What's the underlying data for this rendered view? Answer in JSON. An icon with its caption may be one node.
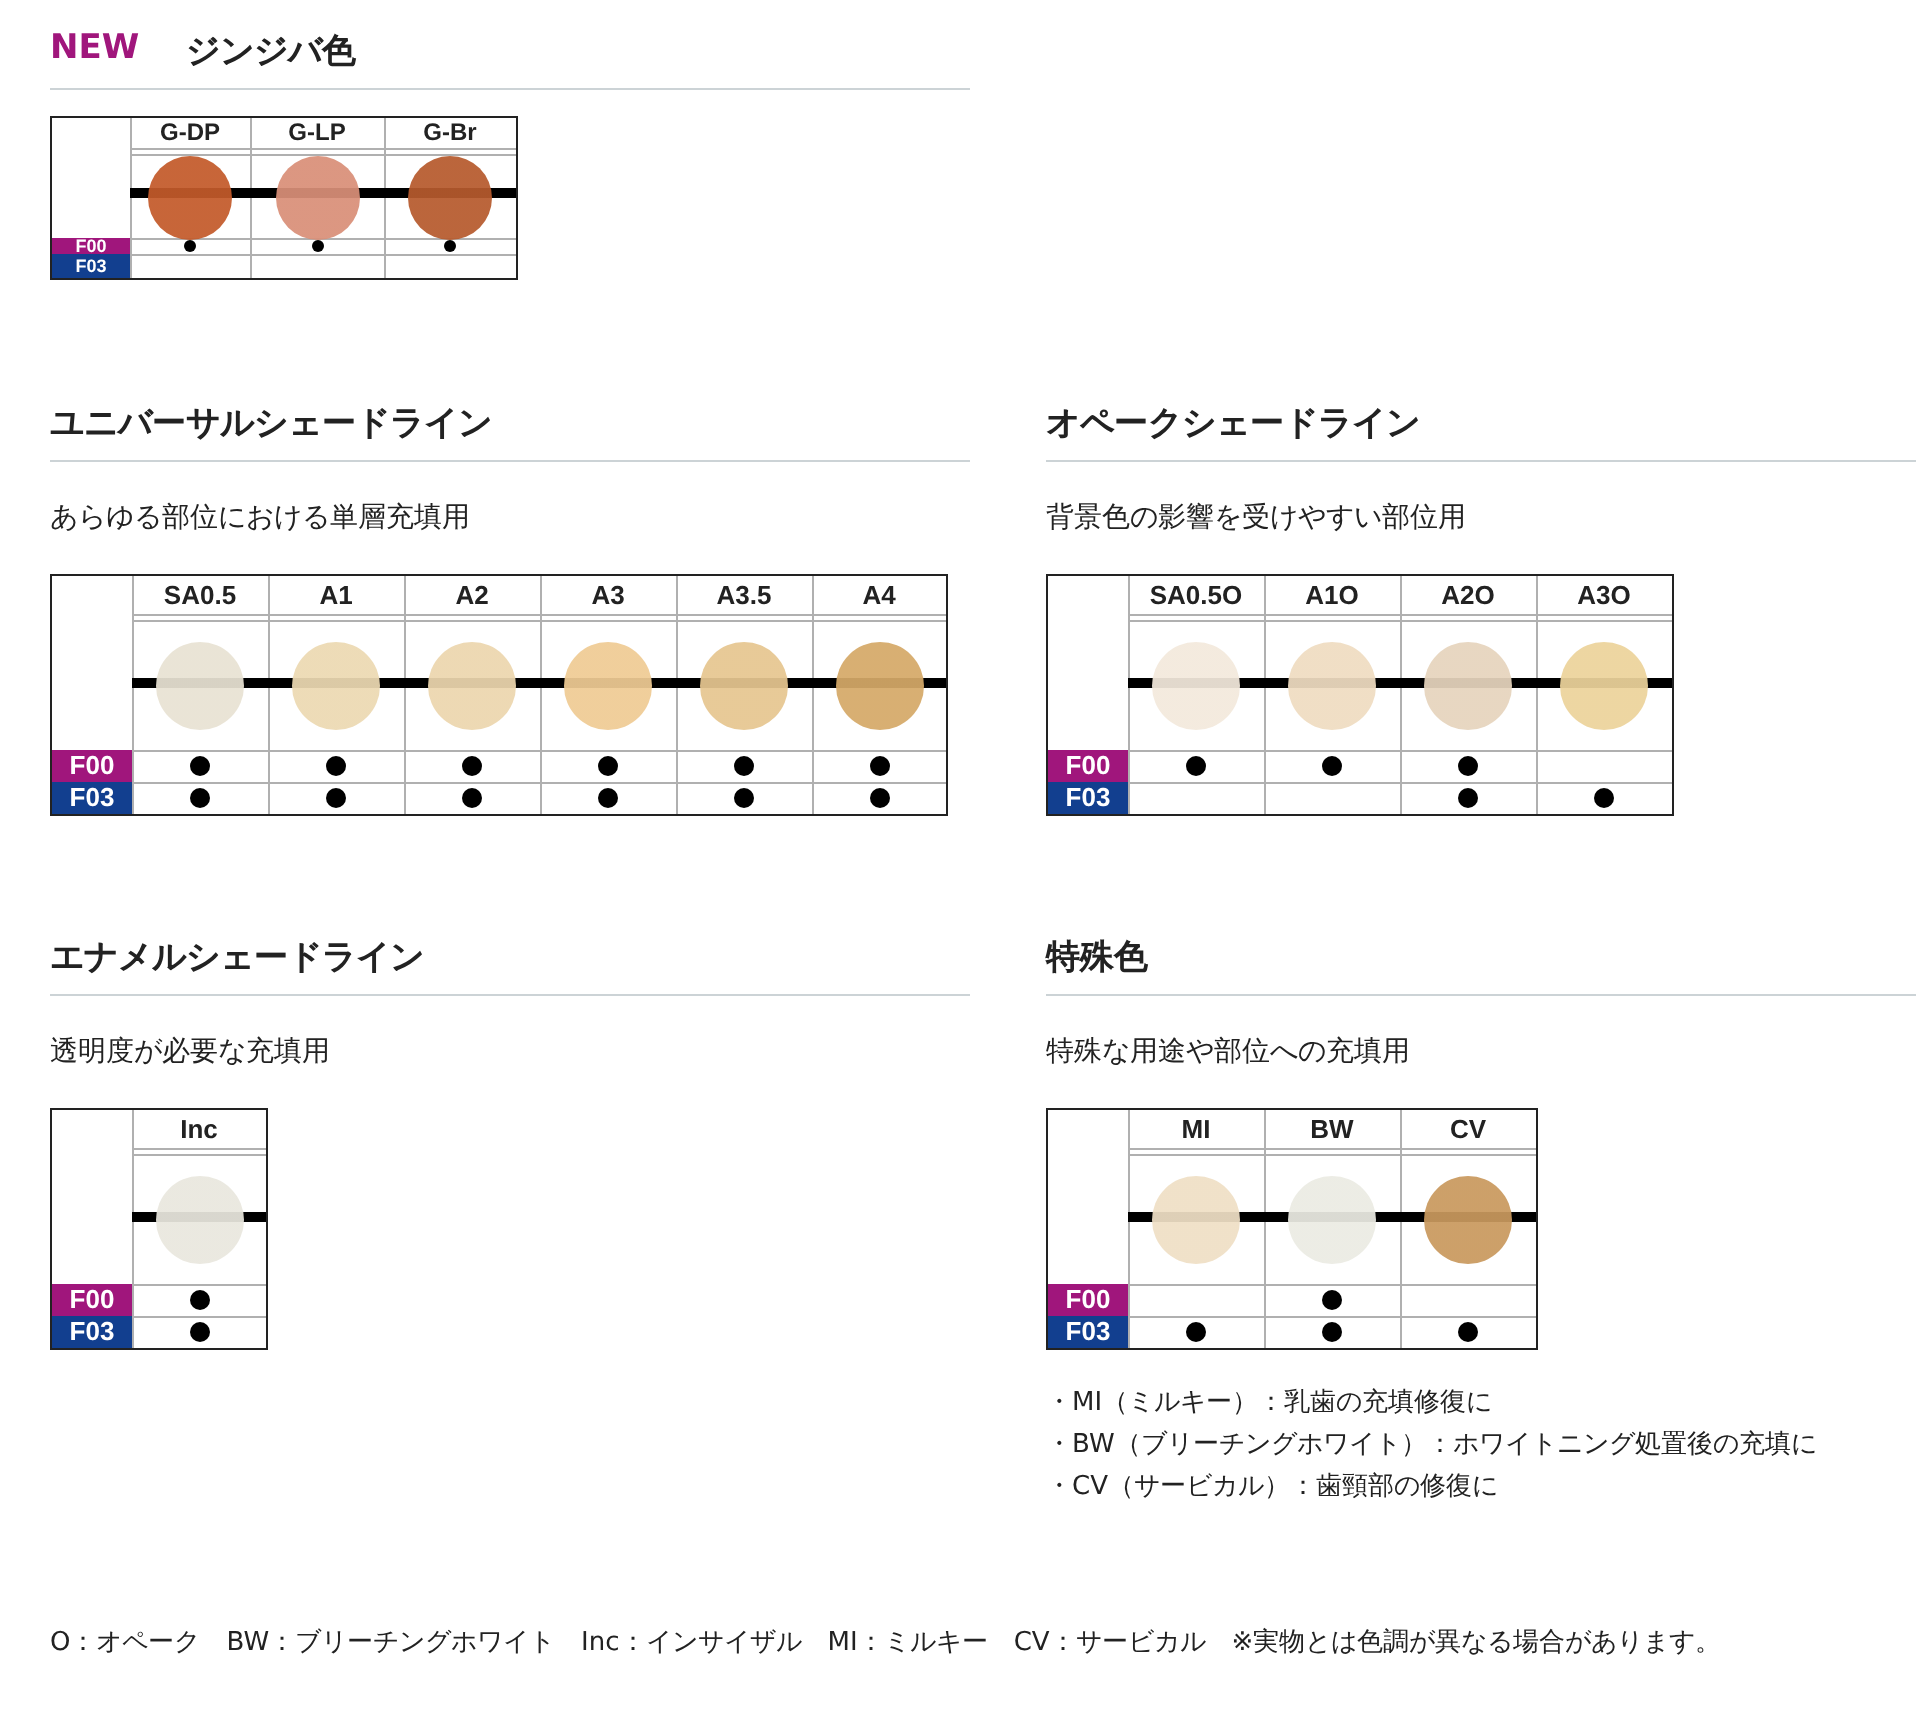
{
  "diagram": {
    "labels": [
      "NEW",
      "ジンジバ色",
      "G-DP",
      "G-LP",
      "G-Br",
      "F00",
      "F03",
      "ユニバーサルシェードライン",
      "あらゆる部位における単層充填用",
      "SA0.5",
      "A1",
      "A2",
      "A3",
      "A3.5",
      "A4",
      "F00",
      "F03",
      "オペークシェードライン",
      "背景色の影響を受けやすい部位用",
      "SA0.5O",
      "A1O",
      "A2O",
      "A3O",
      "F00",
      "F03",
      "エナメルシェードライン",
      "透明度が必要な充填用",
      "Inc",
      "F00",
      "F03",
      "特殊色",
      "特殊な用途や部位への充填用",
      "MI",
      "BW",
      "CV",
      "F00",
      "F03",
      "・MI（ミルキー）：乳歯の充填修復に",
      "・BW（ブリーチングホワイト）：ホワイトニング処置後の充填に",
      "・CV（サービカル）：歯頸部の修復に",
      "O：オペーク　BW：ブリーチングホワイト　Inc：インサイザル　MI：ミルキー　CV：サービカル　※実物とは色調が異なる場合があります。"
    ]
  }
}
